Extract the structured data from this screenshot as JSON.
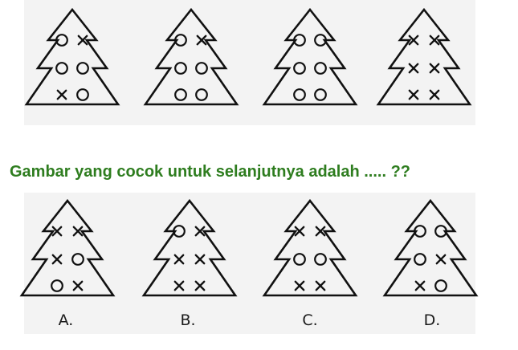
{
  "question": "Gambar yang cocok untuk selanjutnya adalah ..... ??",
  "colors": {
    "question_text": "#2e7d1f",
    "ink": "#111111",
    "panel": "#f3f3f3"
  },
  "sequence": [
    {
      "name": "sequence-tree-1",
      "rows": [
        [
          "o",
          "x"
        ],
        [
          "o",
          "o"
        ],
        [
          "x",
          "o"
        ]
      ]
    },
    {
      "name": "sequence-tree-2",
      "rows": [
        [
          "o",
          "x"
        ],
        [
          "o",
          "o"
        ],
        [
          "o",
          "o"
        ]
      ]
    },
    {
      "name": "sequence-tree-3",
      "rows": [
        [
          "o",
          "o"
        ],
        [
          "o",
          "o"
        ],
        [
          "o",
          "o"
        ]
      ]
    },
    {
      "name": "sequence-tree-4",
      "rows": [
        [
          "x",
          "x"
        ],
        [
          "x",
          "x"
        ],
        [
          "x",
          "x"
        ]
      ]
    }
  ],
  "options": [
    {
      "label": "A.",
      "rows": [
        [
          "x",
          "x"
        ],
        [
          "x",
          "o"
        ],
        [
          "o",
          "x"
        ]
      ]
    },
    {
      "label": "B.",
      "rows": [
        [
          "o",
          "x"
        ],
        [
          "x",
          "x"
        ],
        [
          "x",
          "x"
        ]
      ]
    },
    {
      "label": "C.",
      "rows": [
        [
          "x",
          "x"
        ],
        [
          "o",
          "o"
        ],
        [
          "x",
          "x"
        ]
      ]
    },
    {
      "label": "D.",
      "rows": [
        [
          "o",
          "o"
        ],
        [
          "o",
          "x"
        ],
        [
          "x",
          "o"
        ]
      ]
    }
  ]
}
